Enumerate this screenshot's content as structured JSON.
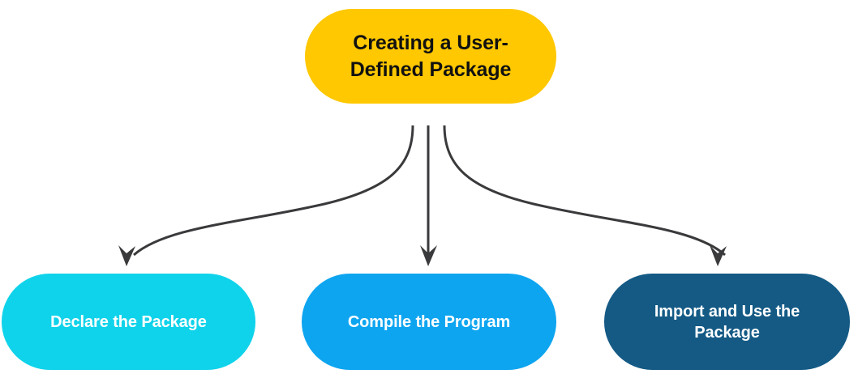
{
  "diagram": {
    "type": "flowchart",
    "orientation": "top-down",
    "root": {
      "label": "Creating a User-Defined Package",
      "line1": "Creating a User-",
      "line2": "Defined Package",
      "fill": "#FFC800",
      "text_color": "#111111"
    },
    "children": [
      {
        "id": "declare",
        "label": "Declare the Package",
        "line1": "Declare the Package",
        "line2": "",
        "fill": "#0FD3EA",
        "text_color": "#FFFFFF"
      },
      {
        "id": "compile",
        "label": "Compile the Program",
        "line1": "Compile the Program",
        "line2": "",
        "fill": "#0EA5F0",
        "text_color": "#FFFFFF"
      },
      {
        "id": "import",
        "label": "Import and Use the Package",
        "line1": "Import and Use the",
        "line2": "Package",
        "fill": "#145A85",
        "text_color": "#FFFFFF"
      }
    ],
    "connectors": {
      "count": 3,
      "stroke_color": "#3A3A3C",
      "stroke_width": 3,
      "arrowhead": "open-v",
      "names": [
        "connector-to-declare",
        "connector-to-compile",
        "connector-to-import"
      ]
    },
    "background": "#FFFFFF"
  }
}
